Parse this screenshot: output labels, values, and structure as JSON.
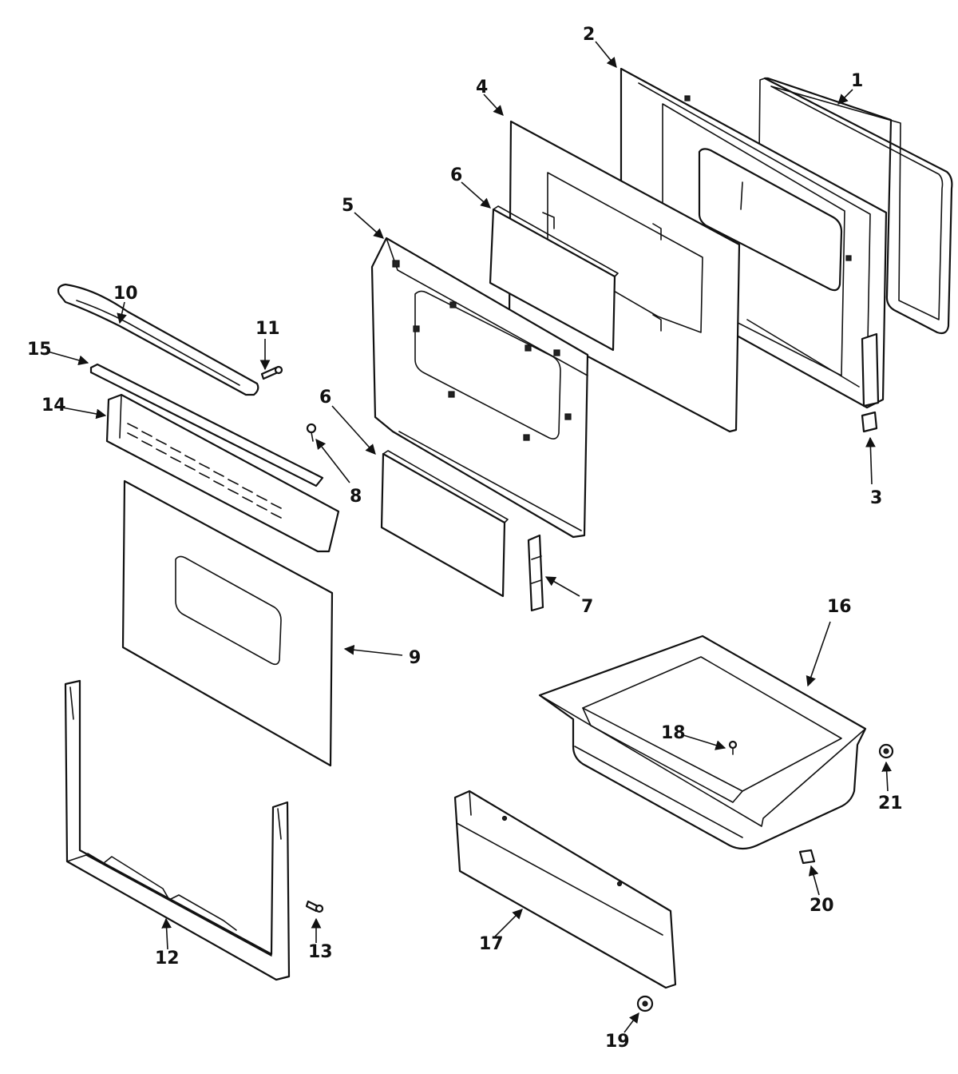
{
  "diagram": {
    "callouts": {
      "c1": "1",
      "c2": "2",
      "c3": "3",
      "c4": "4",
      "c5": "5",
      "c6a": "6",
      "c6b": "6",
      "c7": "7",
      "c8": "8",
      "c9": "9",
      "c10": "10",
      "c11": "11",
      "c12": "12",
      "c13": "13",
      "c14": "14",
      "c15": "15",
      "c16": "16",
      "c17": "17",
      "c18": "18",
      "c19": "19",
      "c20": "20",
      "c21": "21"
    }
  }
}
